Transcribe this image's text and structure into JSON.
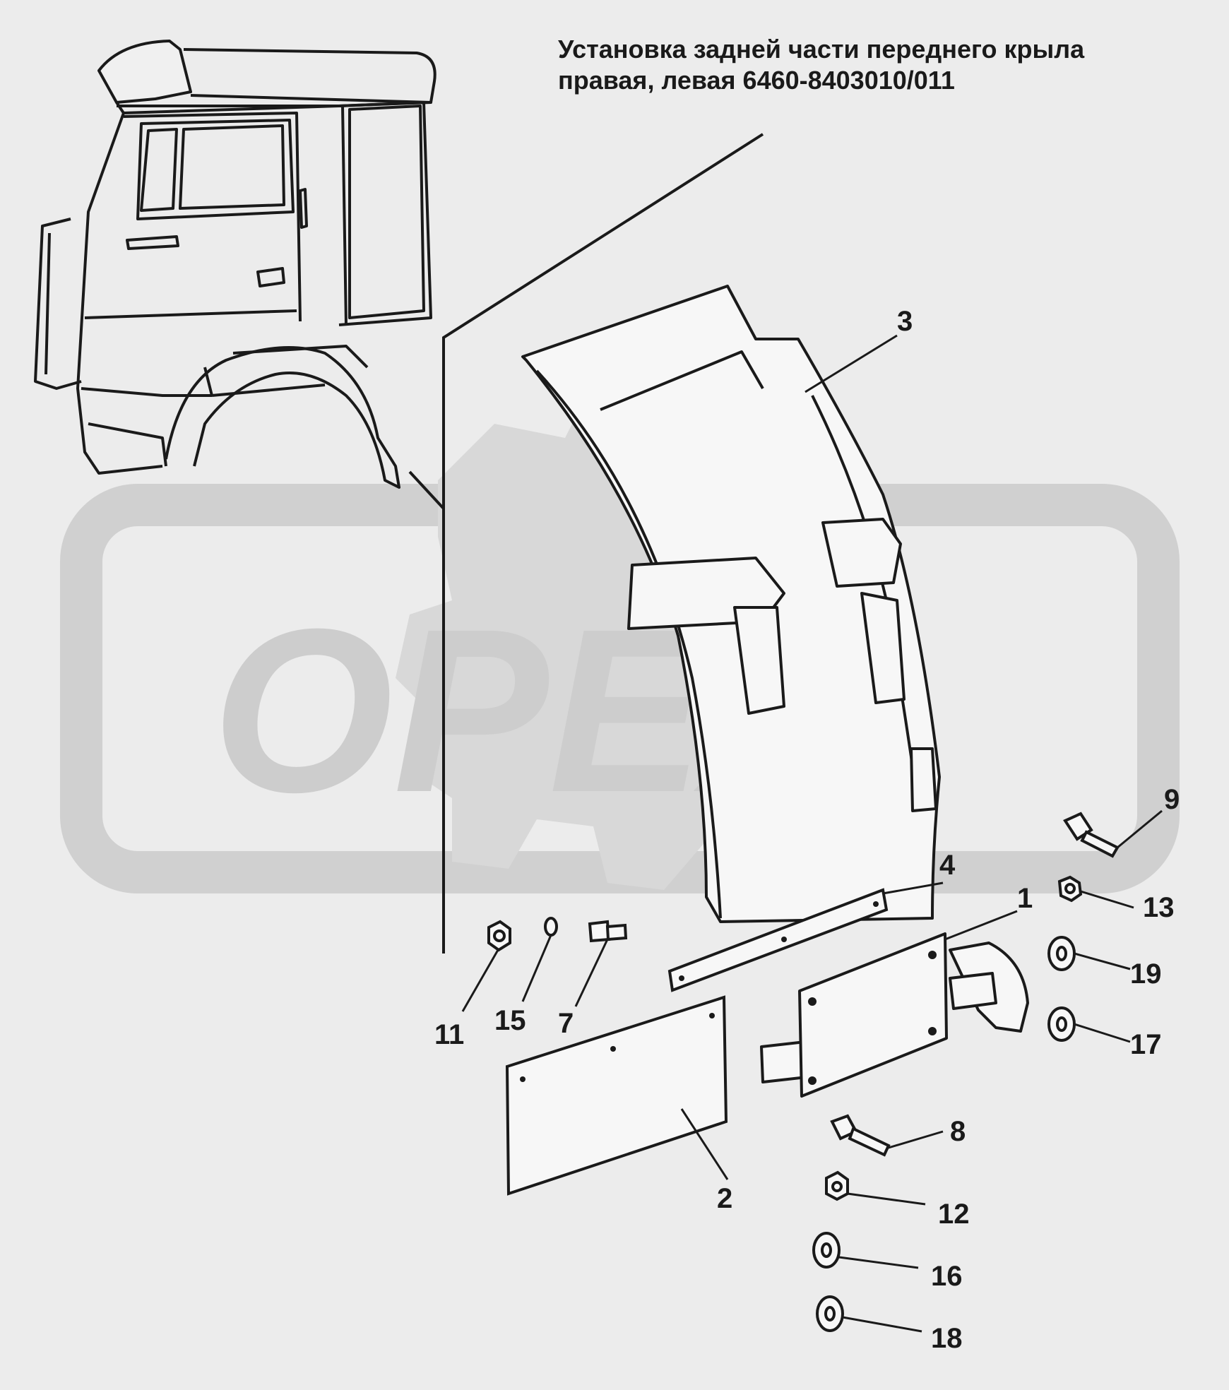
{
  "title": {
    "line1": "Установка задней части переднего крыла",
    "line2": "правая,  левая 6460-8403010/011"
  },
  "watermark": {
    "text": "ОРЕХ"
  },
  "callouts": [
    "3",
    "9",
    "4",
    "1",
    "13",
    "19",
    "17",
    "11",
    "15",
    "7",
    "8",
    "2",
    "12",
    "16",
    "18"
  ],
  "colors": {
    "background": "#ececec",
    "ink": "#1a1a1a",
    "watermark": "#d2d2d2"
  }
}
